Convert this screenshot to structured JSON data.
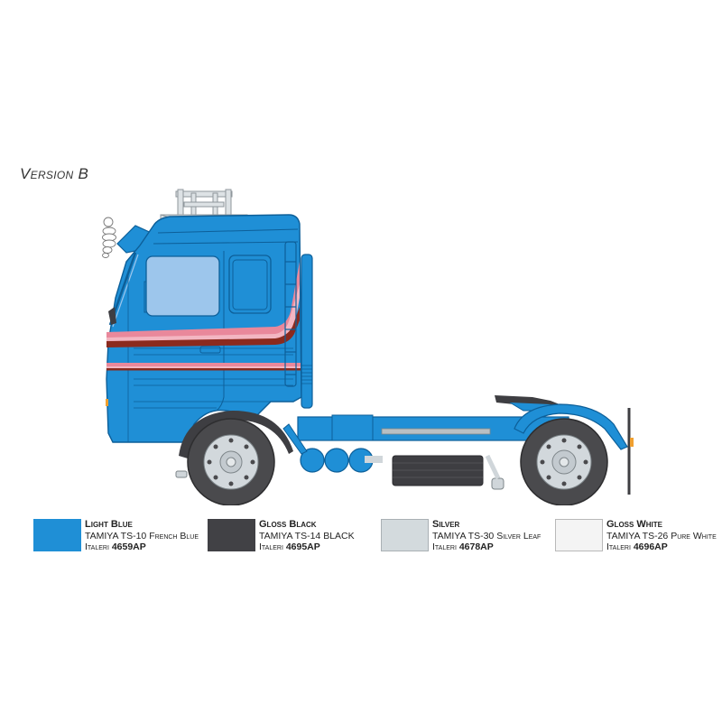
{
  "title": "Version B",
  "colors": {
    "body_blue": "#1f8fd6",
    "body_outline": "#0d5f99",
    "window": "#9dc6ec",
    "stripe_pink": "#e9889b",
    "stripe_light_pink": "#f3b6c2",
    "stripe_dark_red": "#8b2a1e",
    "tire": "#4a4a4d",
    "rim": "#d2d8dc",
    "silver": "#d0d6da",
    "black": "#3e3e42"
  },
  "legend": [
    {
      "name": "Light Blue",
      "tamiya": "TAMIYA TS-10 French Blue",
      "italeri_prefix": "Italeri",
      "italeri_code": "4659AP",
      "swatch_color": "#1f8fd6",
      "swatch_border": "#1f8fd6"
    },
    {
      "name": "Gloss Black",
      "tamiya": "TAMIYA TS-14 BLACK",
      "italeri_prefix": "Italeri",
      "italeri_code": "4695AP",
      "swatch_color": "#414145",
      "swatch_border": "#414145"
    },
    {
      "name": "Silver",
      "tamiya": "TAMIYA TS-30 Silver Leaf",
      "italeri_prefix": "Italeri",
      "italeri_code": "4678AP",
      "swatch_color": "#d3dadd",
      "swatch_border": "#a9b0b4"
    },
    {
      "name": "Gloss White",
      "tamiya": "TAMIYA TS-26 Pure White",
      "italeri_prefix": "Italeri",
      "italeri_code": "4696AP",
      "swatch_color": "#f4f4f4",
      "swatch_border": "#b9b9b9"
    }
  ]
}
